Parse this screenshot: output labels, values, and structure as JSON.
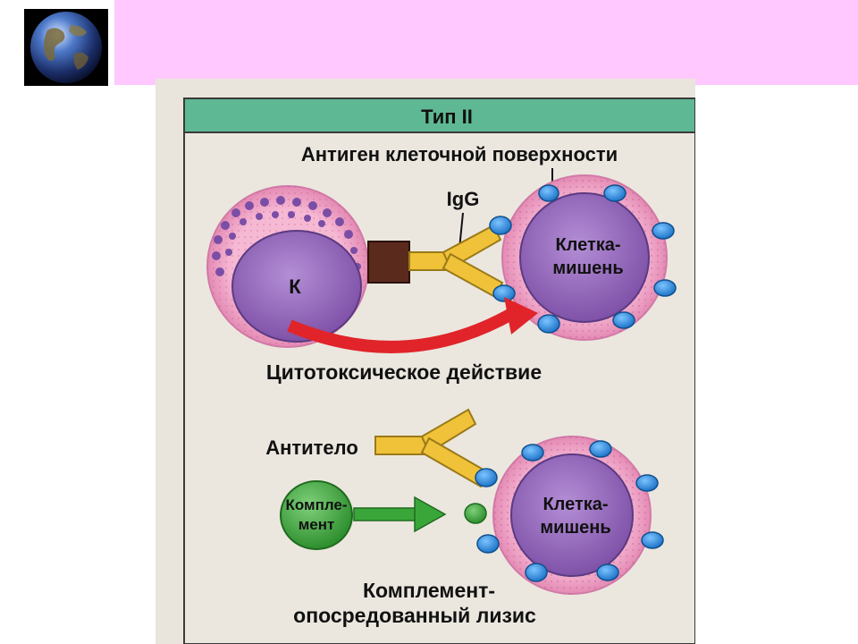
{
  "header": {
    "title": ""
  },
  "diagram": {
    "section_title": "Тип II",
    "antigen_label": "Антиген клеточной поверхности",
    "igg_label": "IgG",
    "k_cell_label": "К",
    "target1_line1": "Клетка-",
    "target1_line2": "мишень",
    "cytotoxic_label": "Цитотоксическое действие",
    "antibody_label": "Антитело",
    "complement_line1": "Компле-",
    "complement_line2": "мент",
    "target2_line1": "Клетка-",
    "target2_line2": "мишень",
    "lysis_line1": "Комплемент-",
    "lysis_line2": "опосредованный лизис"
  },
  "colors": {
    "title_band": "#ffc8ff",
    "header_bar": "#5fb894",
    "cell_membrane": "#f2a6c8",
    "nucleus": "#9a6fc0",
    "antigen": "#2f8fe0",
    "antibody": "#f0c23a",
    "cytotoxic_arrow": "#e0242a",
    "complement": "#3aa63a"
  },
  "icons": {
    "logo": "globe-icon"
  }
}
